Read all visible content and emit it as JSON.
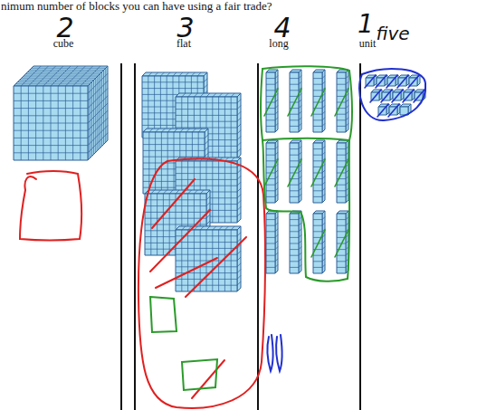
{
  "diagram": {
    "title": "nimum number of blocks you can have using a fair trade?",
    "labels": [
      "cube",
      "flat",
      "long",
      "unit",
      "2",
      "3",
      "4",
      "1",
      "five"
    ]
  }
}
